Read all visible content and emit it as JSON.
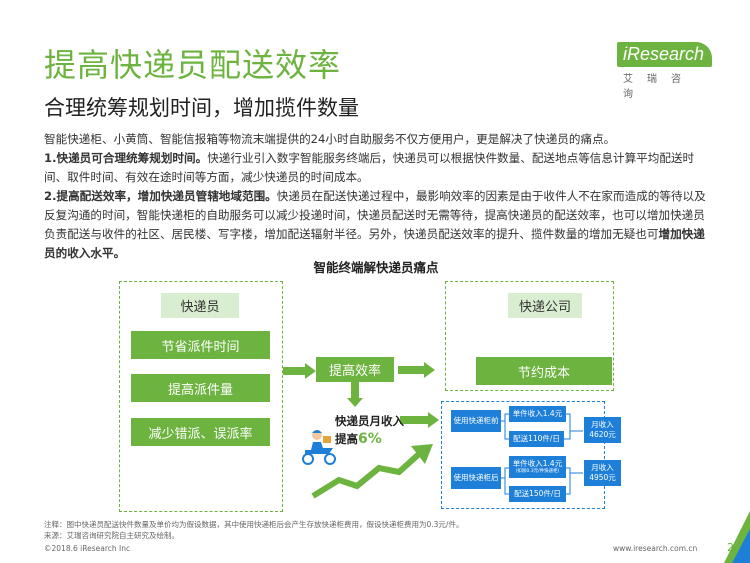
{
  "header": {
    "title": "提高快递员配送效率",
    "subtitle": "合理统筹规划时间，增加揽件数量"
  },
  "logo": {
    "brand": "iResearch",
    "cn": "艾瑞咨询",
    "color": "#6db33f"
  },
  "body": {
    "intro": "智能快递柜、小黄筒、智能信报箱等物流末端提供的24小时自助服务不仅方便用户，更是解决了快递员的痛点。",
    "p1_bold": "1.快递员可合理统筹规划时间。",
    "p1_text": "快递行业引入数字智能服务终端后，快递员可以根据快件数量、配送地点等信息计算平均配送时间、取件时间、有效在途时间等方面，减少快递员的时间成本。",
    "p2_bold": "2.提高配送效率，增加快递员管辖地域范围。",
    "p2_text": "快递员在配送快递过程中，最影响效率的因素是由于收件人不在家而造成的等待以及反复沟通的时间，智能快递柜的自助服务可以减少投递时间，快递员配送时无需等待，提高快递员的配送效率，也可以增加快递员负责配送与收件的社区、居民楼、写字楼，增加配送辐射半径。另外，快递员配送效率的提升、揽件数量的增加无疑也可",
    "p2_end_bold": "增加快递员的收入水平。"
  },
  "diagram": {
    "title": "智能终端解快递员痛点",
    "left_header": "快递员",
    "left_items": [
      "节省派件时间",
      "提高派件量",
      "减少错派、误派率"
    ],
    "center": "提高效率",
    "right_header": "快递公司",
    "right_item": "节约成本",
    "courier_text": "快递员月收入提高",
    "courier_pct": "6%",
    "calc": {
      "before_label": "使用快递柜前",
      "before_price": "单件收入1.4元",
      "before_volume": "配送110件/日",
      "before_monthly": "月收入4620元",
      "after_label": "使用快递柜后",
      "after_price": "单件收入1.4元",
      "after_fee": "(扣除0.3元/件快递柜)",
      "after_volume": "配送150件/日",
      "after_monthly": "月收入4950元"
    }
  },
  "footer": {
    "note": "注释：图中快递员配送快件数量及单价均为假设数据，其中使用快递柜后会产生存放快递柜费用，假设快递柜费用为0.3元/件。",
    "source": "来源：艾瑞咨询研究院自主研究及绘制。",
    "copyright": "©2018.6 iResearch Inc",
    "url": "www.iresearch.com.cn",
    "page": "28"
  }
}
